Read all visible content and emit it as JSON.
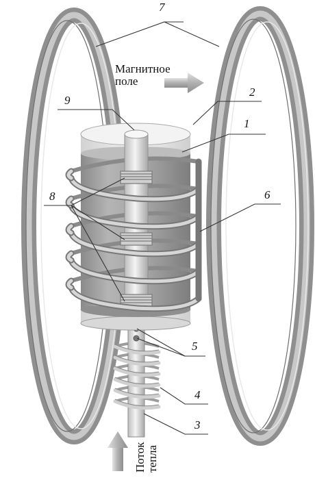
{
  "diagram": {
    "field_label_line1": "Магнитное",
    "field_label_line2": "поле",
    "heat_label_line1": "Поток",
    "heat_label_line2": "тепла",
    "callouts": {
      "n1": "1",
      "n2": "2",
      "n3": "3",
      "n4": "4",
      "n5": "5",
      "n6": "6",
      "n7": "7",
      "n8": "8",
      "n9": "9"
    },
    "colors": {
      "ring": "#9a9a9a",
      "cylinder": "#a9a9a9",
      "cap": "#e6e6e6",
      "coil": "#c4c4c4",
      "arrow": "#b5b5b5"
    }
  }
}
